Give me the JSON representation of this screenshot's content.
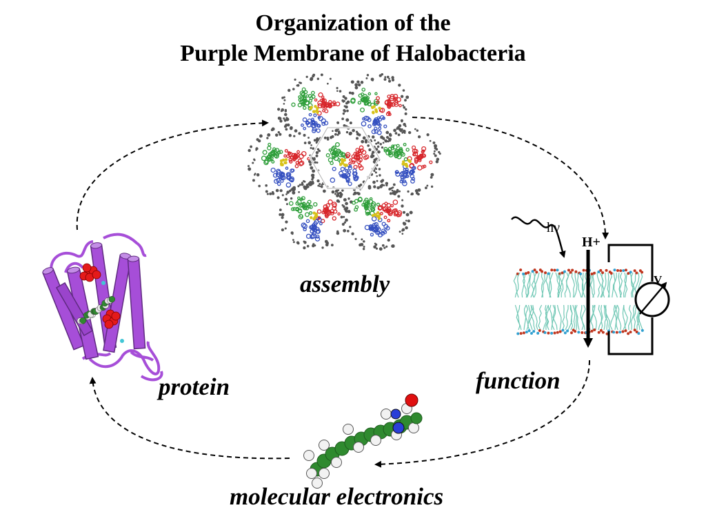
{
  "title": {
    "line1": "Organization of the",
    "line2": "Purple Membrane of Halobacteria"
  },
  "captions": {
    "assembly": "assembly",
    "protein": "protein",
    "function": "function",
    "molecular": "molecular electronics"
  },
  "circuit": {
    "light": "hν",
    "proton": "H+",
    "voltmeter": "V"
  },
  "colors": {
    "protein": "#a64ed8",
    "helix_green": "#2e9e3a",
    "helix_red": "#d7262b",
    "helix_blue": "#3550c0",
    "retinal_yellow": "#d8c21a",
    "lipid_gray": "#555555",
    "membrane_teal": "#6fc7b4",
    "headgroup_red": "#c0361f",
    "chromophore_green": "#2f8a2f"
  }
}
